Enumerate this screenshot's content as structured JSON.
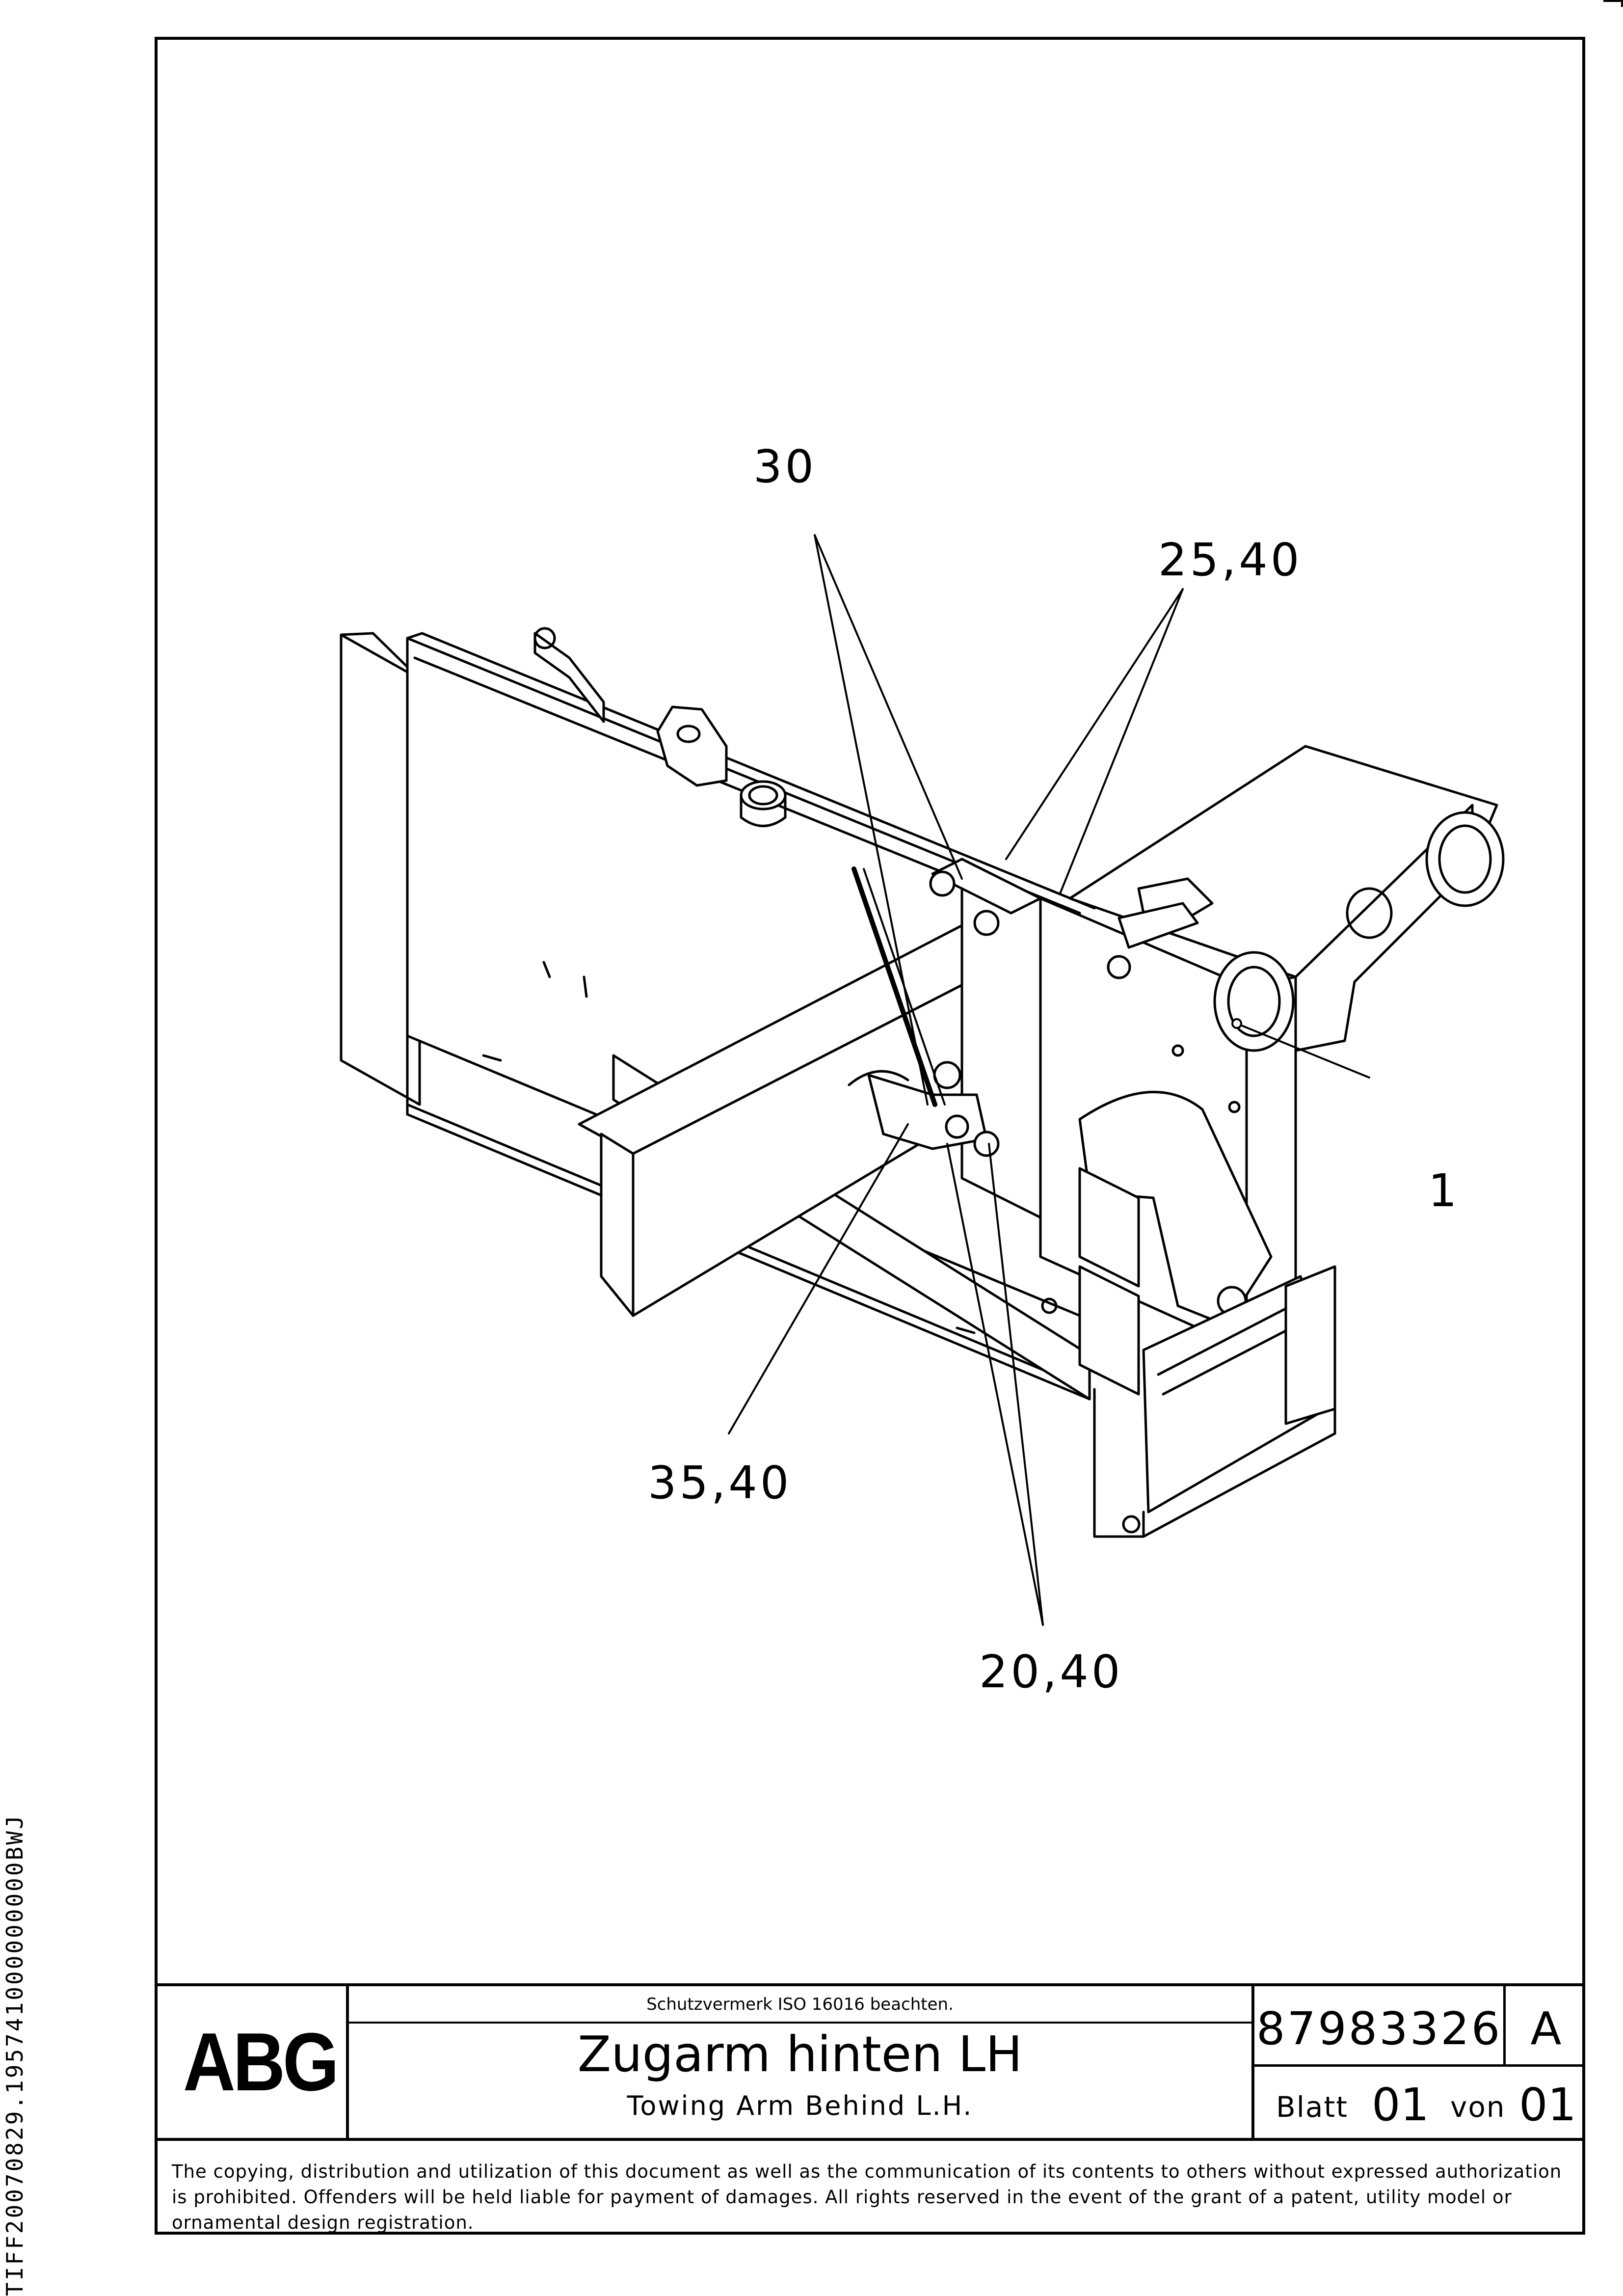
{
  "side_code": "TIFF20070829.195741000000000BWJ",
  "callouts": {
    "c30": "30",
    "c2540": "25,40",
    "c1": "1",
    "c3540": "35,40",
    "c2040": "20,40"
  },
  "title_block": {
    "logo": "ABG",
    "protection_note": "Schutzvermerk ISO 16016 beachten.",
    "title_de": "Zugarm hinten LH",
    "title_en": "Towing Arm Behind L.H.",
    "document_number": "87983326",
    "revision": "A",
    "sheet_label": "Blatt",
    "sheet_number": "01",
    "of_label": "von",
    "sheet_total": "01"
  },
  "copyright": "The copying, distribution and utilization of this document as well as the communication of its contents to others without expressed authorization is prohibited. Offenders will be held liable for payment of damages. All rights reserved in the event of the grant of a patent, utility model or ornamental design registration."
}
